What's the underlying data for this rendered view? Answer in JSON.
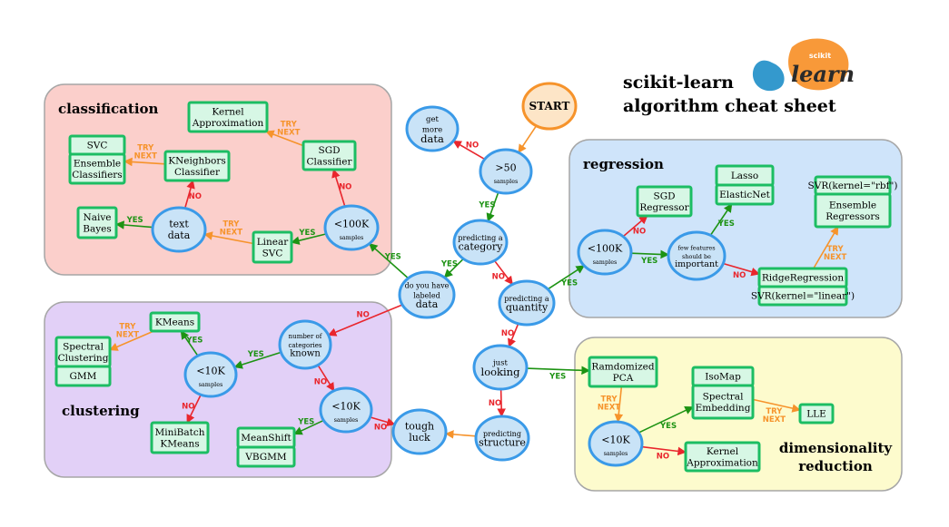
{
  "title": {
    "line1": "scikit-learn",
    "line2": "algorithm cheat sheet"
  },
  "logo": {
    "small_text": "scikit",
    "big_text": "learn",
    "blue": "#3499cd",
    "orange": "#f89939"
  },
  "colors": {
    "classification": "#fbcfcb",
    "clustering": "#e2d0f7",
    "regression": "#cfe4fa",
    "dimensionality": "#fdfbcd",
    "region_border": "#a6a6a6",
    "node_fill": "#c9e3f7",
    "node_stroke": "#3a9ae8",
    "box_fill": "#d7f7e5",
    "box_stroke": "#1cbd63",
    "start_fill": "#fde5c7",
    "start_stroke": "#f6932b",
    "yes": "#1d9313",
    "no": "#e9262d",
    "try": "#f6932b"
  },
  "regions": [
    {
      "id": "classification",
      "label": "classification"
    },
    {
      "id": "clustering",
      "label": "clustering"
    },
    {
      "id": "regression",
      "label": "regression"
    },
    {
      "id": "dimensionality",
      "label": "dimensionality",
      "label2": "reduction"
    }
  ],
  "nodes": [
    {
      "id": "start",
      "lines": [
        "START"
      ]
    },
    {
      "id": "get-more-data",
      "lines": [
        "get",
        "more",
        "data"
      ]
    },
    {
      "id": "gt50",
      "lines": [
        ">50"
      ],
      "sub": "samples"
    },
    {
      "id": "predicting-category",
      "lines": [
        "predicting a",
        "category"
      ]
    },
    {
      "id": "labeled-data",
      "lines": [
        "do you have",
        "labeled",
        "data"
      ]
    },
    {
      "id": "lt100k-class",
      "lines": [
        "<100K"
      ],
      "sub": "samples"
    },
    {
      "id": "text-data",
      "lines": [
        "text",
        "data"
      ]
    },
    {
      "id": "predicting-quantity",
      "lines": [
        "predicting a",
        "quantity"
      ]
    },
    {
      "id": "lt100k-reg",
      "lines": [
        "<100K"
      ],
      "sub": "samples"
    },
    {
      "id": "few-features",
      "lines": [
        "few features",
        "should be",
        "important"
      ]
    },
    {
      "id": "just-looking",
      "lines": [
        "just",
        "looking"
      ]
    },
    {
      "id": "predicting-structure",
      "lines": [
        "predicting",
        "structure"
      ]
    },
    {
      "id": "tough-luck",
      "lines": [
        "tough",
        "luck"
      ]
    },
    {
      "id": "num-categories",
      "lines": [
        "number of",
        "categories",
        "known"
      ]
    },
    {
      "id": "lt10k-cluster-a",
      "lines": [
        "<10K"
      ],
      "sub": "samples"
    },
    {
      "id": "lt10k-cluster-b",
      "lines": [
        "<10K"
      ],
      "sub": "samples"
    },
    {
      "id": "lt10k-dim",
      "lines": [
        "<10K"
      ],
      "sub": "samples"
    }
  ],
  "boxes": [
    {
      "id": "kernel-approx-class",
      "lines": [
        "Kernel",
        "Approximation"
      ]
    },
    {
      "id": "sgd-classifier",
      "lines": [
        "SGD",
        "Classifier"
      ]
    },
    {
      "id": "svc",
      "lines": [
        "SVC"
      ]
    },
    {
      "id": "ensemble-classifiers",
      "lines": [
        "Ensemble",
        "Classifiers"
      ]
    },
    {
      "id": "kneighbors-classifier",
      "lines": [
        "KNeighbors",
        "Classifier"
      ]
    },
    {
      "id": "naive-bayes",
      "lines": [
        "Naive",
        "Bayes"
      ]
    },
    {
      "id": "linear-svc",
      "lines": [
        "Linear",
        "SVC"
      ]
    },
    {
      "id": "sgd-regressor",
      "lines": [
        "SGD",
        "Regressor"
      ]
    },
    {
      "id": "lasso",
      "lines": [
        "Lasso"
      ]
    },
    {
      "id": "elasticnet",
      "lines": [
        "ElasticNet"
      ]
    },
    {
      "id": "svr-rbf",
      "lines": [
        "SVR(kernel=\"rbf\")"
      ]
    },
    {
      "id": "ensemble-regressors",
      "lines": [
        "Ensemble",
        "Regressors"
      ]
    },
    {
      "id": "ridge-regression",
      "lines": [
        "RidgeRegression"
      ]
    },
    {
      "id": "svr-linear",
      "lines": [
        "SVR(kernel=\"linear\")"
      ]
    },
    {
      "id": "kmeans",
      "lines": [
        "KMeans"
      ]
    },
    {
      "id": "spectral-clustering",
      "lines": [
        "Spectral",
        "Clustering"
      ]
    },
    {
      "id": "gmm",
      "lines": [
        "GMM"
      ]
    },
    {
      "id": "minibatch-kmeans",
      "lines": [
        "MiniBatch",
        "KMeans"
      ]
    },
    {
      "id": "meanshift",
      "lines": [
        "MeanShift"
      ]
    },
    {
      "id": "vbgmm",
      "lines": [
        "VBGMM"
      ]
    },
    {
      "id": "randomized-pca",
      "lines": [
        "Ramdomized",
        "PCA"
      ]
    },
    {
      "id": "isomap",
      "lines": [
        "IsoMap"
      ]
    },
    {
      "id": "spectral-embedding",
      "lines": [
        "Spectral",
        "Embedding"
      ]
    },
    {
      "id": "lle",
      "lines": [
        "LLE"
      ]
    },
    {
      "id": "kernel-approx-dim",
      "lines": [
        "Kernel",
        "Approximation"
      ]
    }
  ],
  "edges": [
    {
      "from": "start",
      "to": "gt50",
      "type": "plain"
    },
    {
      "from": "gt50",
      "to": "get-more-data",
      "type": "no",
      "label": "NO"
    },
    {
      "from": "gt50",
      "to": "predicting-category",
      "type": "yes",
      "label": "YES"
    },
    {
      "from": "predicting-category",
      "to": "labeled-data",
      "type": "yes",
      "label": "YES"
    },
    {
      "from": "predicting-category",
      "to": "predicting-quantity",
      "type": "no",
      "label": "NO"
    },
    {
      "from": "labeled-data",
      "to": "lt100k-class",
      "type": "yes",
      "label": "YES"
    },
    {
      "from": "labeled-data",
      "to": "num-categories",
      "type": "no",
      "label": "NO"
    },
    {
      "from": "lt100k-class",
      "to": "sgd-classifier",
      "type": "no",
      "label": "NO"
    },
    {
      "from": "lt100k-class",
      "to": "linear-svc",
      "type": "yes",
      "label": "YES"
    },
    {
      "from": "sgd-classifier",
      "to": "kernel-approx-class",
      "type": "try",
      "label": "TRY NEXT"
    },
    {
      "from": "linear-svc",
      "to": "text-data",
      "type": "try",
      "label": "TRY NEXT"
    },
    {
      "from": "text-data",
      "to": "naive-bayes",
      "type": "yes",
      "label": "YES"
    },
    {
      "from": "text-data",
      "to": "kneighbors-classifier",
      "type": "no",
      "label": "NO"
    },
    {
      "from": "kneighbors-classifier",
      "to": "ensemble-classifiers",
      "type": "try",
      "label": "TRY NEXT"
    },
    {
      "from": "predicting-quantity",
      "to": "lt100k-reg",
      "type": "yes",
      "label": "YES"
    },
    {
      "from": "predicting-quantity",
      "to": "just-looking",
      "type": "no",
      "label": "NO"
    },
    {
      "from": "lt100k-reg",
      "to": "sgd-regressor",
      "type": "no",
      "label": "NO"
    },
    {
      "from": "lt100k-reg",
      "to": "few-features",
      "type": "yes",
      "label": "YES"
    },
    {
      "from": "few-features",
      "to": "lasso",
      "type": "yes",
      "label": "YES"
    },
    {
      "from": "few-features",
      "to": "ridge-regression",
      "type": "no",
      "label": "NO"
    },
    {
      "from": "ridge-regression",
      "to": "ensemble-regressors",
      "type": "try",
      "label": "TRY NEXT"
    },
    {
      "from": "just-looking",
      "to": "randomized-pca",
      "type": "yes",
      "label": "YES"
    },
    {
      "from": "just-looking",
      "to": "predicting-structure",
      "type": "no",
      "label": "NO"
    },
    {
      "from": "predicting-structure",
      "to": "tough-luck",
      "type": "try"
    },
    {
      "from": "randomized-pca",
      "to": "lt10k-dim",
      "type": "try",
      "label": "TRY NEXT"
    },
    {
      "from": "lt10k-dim",
      "to": "spectral-embedding",
      "type": "yes",
      "label": "YES"
    },
    {
      "from": "lt10k-dim",
      "to": "kernel-approx-dim",
      "type": "no",
      "label": "NO"
    },
    {
      "from": "spectral-embedding",
      "to": "lle",
      "type": "try",
      "label": "TRY NEXT"
    },
    {
      "from": "num-categories",
      "to": "lt10k-cluster-a",
      "type": "yes",
      "label": "YES"
    },
    {
      "from": "num-categories",
      "to": "lt10k-cluster-b",
      "type": "no",
      "label": "NO"
    },
    {
      "from": "lt10k-cluster-a",
      "to": "kmeans",
      "type": "yes",
      "label": "YES"
    },
    {
      "from": "lt10k-cluster-a",
      "to": "minibatch-kmeans",
      "type": "no",
      "label": "NO"
    },
    {
      "from": "kmeans",
      "to": "spectral-clustering",
      "type": "try",
      "label": "TRY NEXT"
    },
    {
      "from": "lt10k-cluster-b",
      "to": "meanshift",
      "type": "yes",
      "label": "YES"
    },
    {
      "from": "lt10k-cluster-b",
      "to": "tough-luck",
      "type": "no",
      "label": "NO"
    }
  ]
}
